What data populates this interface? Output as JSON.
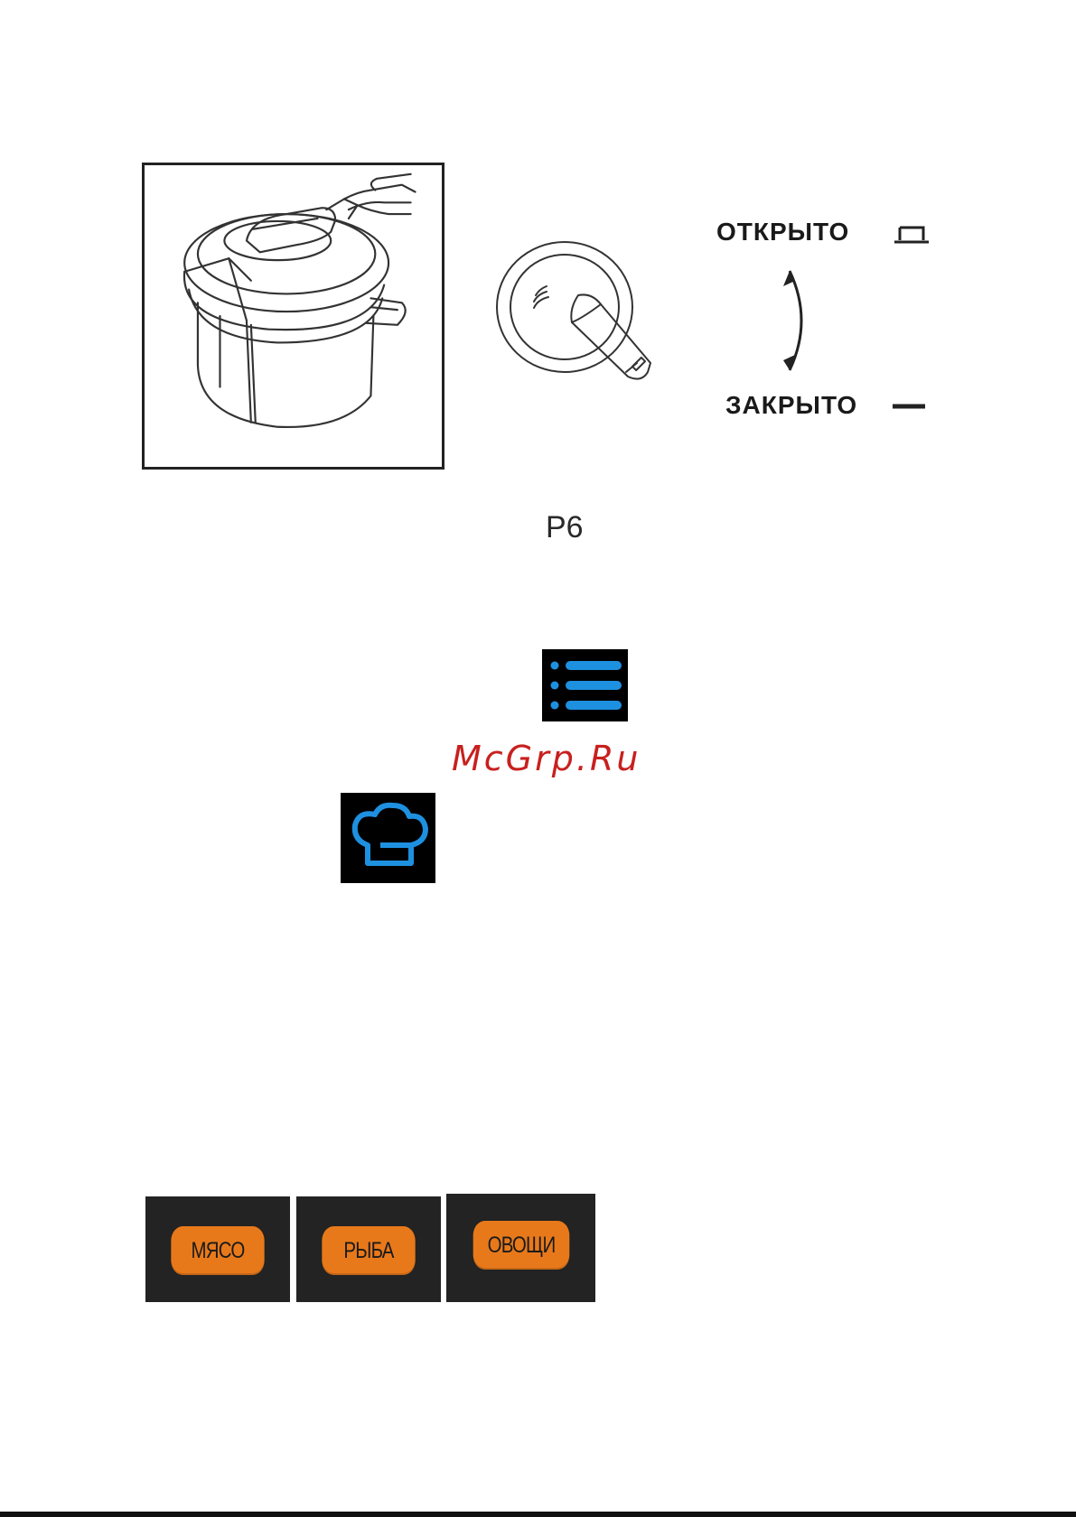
{
  "valve_states": {
    "open_label": "ОТКРЫТО",
    "closed_label": "ЗАКРЫТО"
  },
  "figure_caption": "P6",
  "watermark": "McGrp.Ru",
  "icons": {
    "menu": "list-menu-icon",
    "chef": "chef-hat-icon",
    "menu_color": "#1e90e0",
    "chef_color": "#1e90e0"
  },
  "program_buttons": [
    {
      "label": "МЯСО"
    },
    {
      "label": "РЫБА"
    },
    {
      "label": "ОВОЩИ"
    }
  ],
  "colors": {
    "button_orange": "#e8791b",
    "panel_dark": "#222322",
    "watermark_red": "#c8201e"
  }
}
